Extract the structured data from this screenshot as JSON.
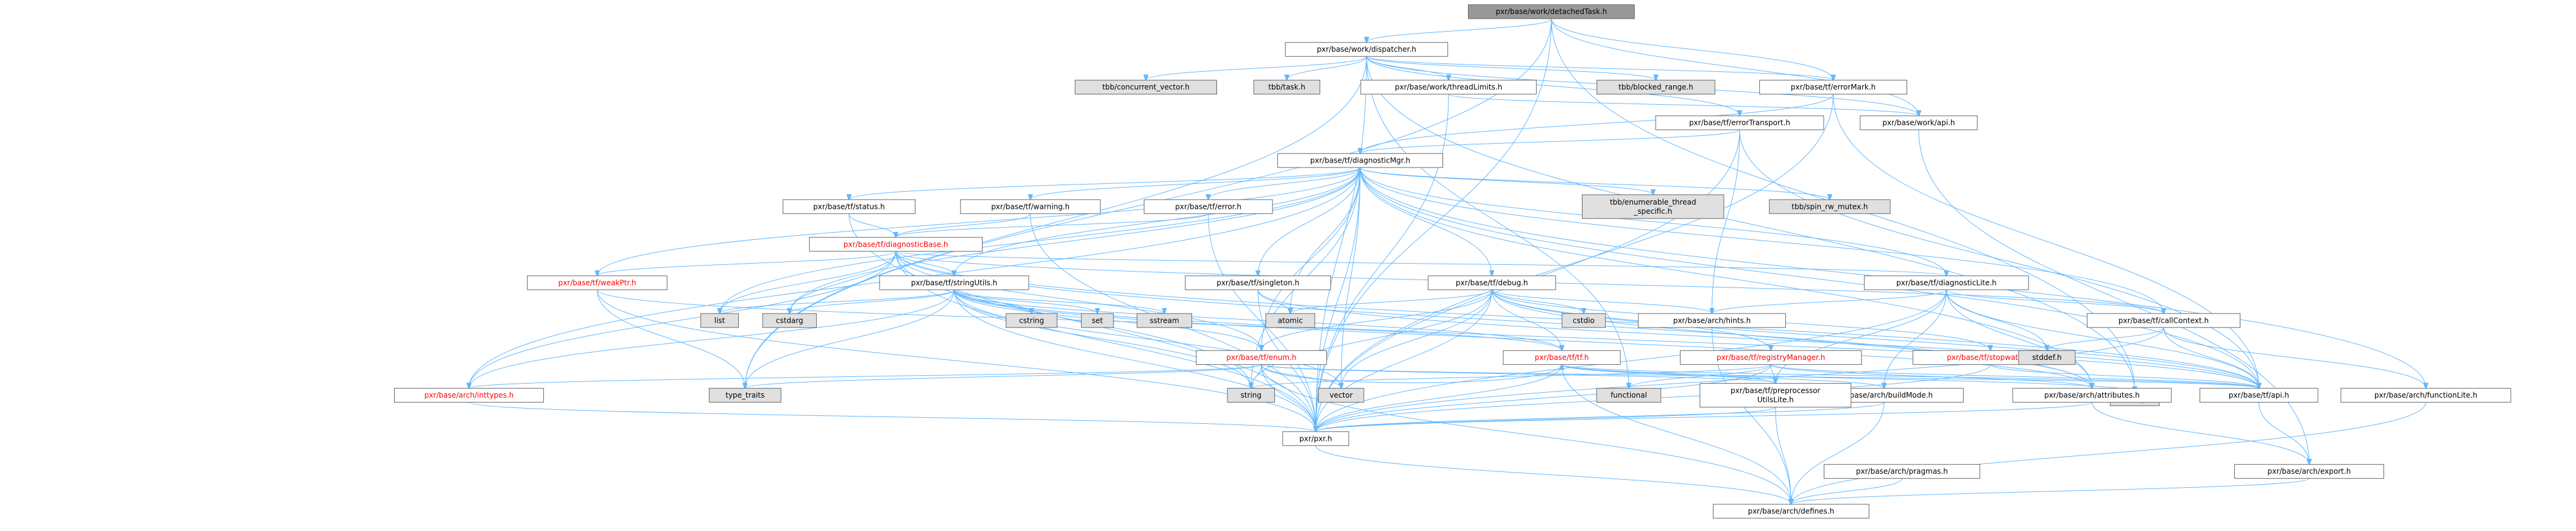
{
  "colors": {
    "root_fill": "#999999",
    "node_fill": "#ffffff",
    "system_fill": "#e0e0e0",
    "edge": "#63b8ff",
    "text": "#000000",
    "truncated_text": "#ff0000",
    "border": "#666666"
  },
  "nodes": [
    {
      "id": "root",
      "label": "pxr/base/work/detachedTask.h",
      "kind": "root"
    },
    {
      "id": "dispatcher",
      "label": "pxr/base/work/dispatcher.h",
      "kind": "file"
    },
    {
      "id": "tbb_cv",
      "label": "tbb/concurrent_vector.h",
      "kind": "system"
    },
    {
      "id": "tbb_task",
      "label": "tbb/task.h",
      "kind": "system"
    },
    {
      "id": "threadlimits",
      "label": "pxr/base/work/threadLimits.h",
      "kind": "file"
    },
    {
      "id": "tbb_br",
      "label": "tbb/blocked_range.h",
      "kind": "system"
    },
    {
      "id": "errormark",
      "label": "pxr/base/tf/errorMark.h",
      "kind": "file"
    },
    {
      "id": "errortransport",
      "label": "pxr/base/tf/errorTransport.h",
      "kind": "file"
    },
    {
      "id": "workapi",
      "label": "pxr/base/work/api.h",
      "kind": "file"
    },
    {
      "id": "diagmgr",
      "label": "pxr/base/tf/diagnosticMgr.h",
      "kind": "file"
    },
    {
      "id": "status",
      "label": "pxr/base/tf/status.h",
      "kind": "file"
    },
    {
      "id": "warning",
      "label": "pxr/base/tf/warning.h",
      "kind": "file"
    },
    {
      "id": "tferror",
      "label": "pxr/base/tf/error.h",
      "kind": "file"
    },
    {
      "id": "tbb_ets",
      "label": "tbb/enumerable_thread\n_specific.h",
      "kind": "system"
    },
    {
      "id": "tbb_spin",
      "label": "tbb/spin_rw_mutex.h",
      "kind": "system"
    },
    {
      "id": "diagbase",
      "label": "pxr/base/tf/diagnosticBase.h",
      "kind": "truncated"
    },
    {
      "id": "weakptr",
      "label": "pxr/base/tf/weakPtr.h",
      "kind": "truncated"
    },
    {
      "id": "stringutils",
      "label": "pxr/base/tf/stringUtils.h",
      "kind": "file"
    },
    {
      "id": "singleton",
      "label": "pxr/base/tf/singleton.h",
      "kind": "file"
    },
    {
      "id": "debug",
      "label": "pxr/base/tf/debug.h",
      "kind": "file"
    },
    {
      "id": "diaglite",
      "label": "pxr/base/tf/diagnosticLite.h",
      "kind": "file"
    },
    {
      "id": "callcontext",
      "label": "pxr/base/tf/callContext.h",
      "kind": "file"
    },
    {
      "id": "list",
      "label": "list",
      "kind": "system"
    },
    {
      "id": "cstdarg",
      "label": "cstdarg",
      "kind": "system"
    },
    {
      "id": "cstring",
      "label": "cstring",
      "kind": "system"
    },
    {
      "id": "set",
      "label": "set",
      "kind": "system"
    },
    {
      "id": "sstream",
      "label": "sstream",
      "kind": "system"
    },
    {
      "id": "atomic",
      "label": "atomic",
      "kind": "system"
    },
    {
      "id": "enum",
      "label": "pxr/base/tf/enum.h",
      "kind": "truncated"
    },
    {
      "id": "tf",
      "label": "pxr/base/tf/tf.h",
      "kind": "truncated"
    },
    {
      "id": "registrymgr",
      "label": "pxr/base/tf/registryManager.h",
      "kind": "truncated"
    },
    {
      "id": "stopwatch",
      "label": "pxr/base/tf/stopwatch.h",
      "kind": "truncated"
    },
    {
      "id": "cstdio",
      "label": "cstdio",
      "kind": "system"
    },
    {
      "id": "hints",
      "label": "pxr/base/arch/hints.h",
      "kind": "file"
    },
    {
      "id": "stddef",
      "label": "stddef.h",
      "kind": "system"
    },
    {
      "id": "utility",
      "label": "utility",
      "kind": "system"
    },
    {
      "id": "inttypes",
      "label": "pxr/base/arch/inttypes.h",
      "kind": "truncated"
    },
    {
      "id": "type_traits",
      "label": "type_traits",
      "kind": "system"
    },
    {
      "id": "string",
      "label": "string",
      "kind": "system"
    },
    {
      "id": "vector",
      "label": "vector",
      "kind": "system"
    },
    {
      "id": "functional",
      "label": "functional",
      "kind": "system"
    },
    {
      "id": "buildmode",
      "label": "pxr/base/arch/buildMode.h",
      "kind": "file"
    },
    {
      "id": "preproc",
      "label": "pxr/base/tf/preprocessor\nUtilsLite.h",
      "kind": "file"
    },
    {
      "id": "attributes",
      "label": "pxr/base/arch/attributes.h",
      "kind": "file"
    },
    {
      "id": "tfapi",
      "label": "pxr/base/tf/api.h",
      "kind": "file"
    },
    {
      "id": "functionlite",
      "label": "pxr/base/arch/functionLite.h",
      "kind": "file"
    },
    {
      "id": "pxr",
      "label": "pxr/pxr.h",
      "kind": "file"
    },
    {
      "id": "pragmas",
      "label": "pxr/base/arch/pragmas.h",
      "kind": "file"
    },
    {
      "id": "archexport",
      "label": "pxr/base/arch/export.h",
      "kind": "file"
    },
    {
      "id": "defines",
      "label": "pxr/base/arch/defines.h",
      "kind": "file"
    }
  ],
  "edges": [
    [
      "root",
      "dispatcher"
    ],
    [
      "root",
      "errormark"
    ],
    [
      "root",
      "workapi"
    ],
    [
      "root",
      "pxr"
    ],
    [
      "root",
      "utility"
    ],
    [
      "root",
      "type_traits"
    ],
    [
      "dispatcher",
      "tbb_cv"
    ],
    [
      "dispatcher",
      "tbb_task"
    ],
    [
      "dispatcher",
      "threadlimits"
    ],
    [
      "dispatcher",
      "tbb_br"
    ],
    [
      "dispatcher",
      "errormark"
    ],
    [
      "dispatcher",
      "errortransport"
    ],
    [
      "dispatcher",
      "workapi"
    ],
    [
      "dispatcher",
      "pxr"
    ],
    [
      "dispatcher",
      "utility"
    ],
    [
      "dispatcher",
      "functional"
    ],
    [
      "dispatcher",
      "type_traits"
    ],
    [
      "threadlimits",
      "workapi"
    ],
    [
      "threadlimits",
      "pxr"
    ],
    [
      "errormark",
      "diagmgr"
    ],
    [
      "errormark",
      "tfapi"
    ],
    [
      "errormark",
      "pxr"
    ],
    [
      "errortransport",
      "diagmgr"
    ],
    [
      "errortransport",
      "tfapi"
    ],
    [
      "errortransport",
      "hints"
    ],
    [
      "errortransport",
      "pxr"
    ],
    [
      "workapi",
      "archexport"
    ],
    [
      "diagmgr",
      "status"
    ],
    [
      "diagmgr",
      "warning"
    ],
    [
      "diagmgr",
      "tferror"
    ],
    [
      "diagmgr",
      "tbb_ets"
    ],
    [
      "diagmgr",
      "tbb_spin"
    ],
    [
      "diagmgr",
      "weakptr"
    ],
    [
      "diagmgr",
      "stringutils"
    ],
    [
      "diagmgr",
      "singleton"
    ],
    [
      "diagmgr",
      "debug"
    ],
    [
      "diagmgr",
      "diaglite"
    ],
    [
      "diagmgr",
      "callcontext"
    ],
    [
      "diagmgr",
      "enum"
    ],
    [
      "diagmgr",
      "inttypes"
    ],
    [
      "diagmgr",
      "attributes"
    ],
    [
      "diagmgr",
      "functionlite"
    ],
    [
      "diagmgr",
      "tfapi"
    ],
    [
      "diagmgr",
      "pxr"
    ],
    [
      "diagmgr",
      "list"
    ],
    [
      "diagmgr",
      "cstdarg"
    ],
    [
      "diagmgr",
      "atomic"
    ],
    [
      "diagmgr",
      "string"
    ],
    [
      "diagmgr",
      "vector"
    ],
    [
      "status",
      "diagbase"
    ],
    [
      "status",
      "pxr"
    ],
    [
      "warning",
      "diagbase"
    ],
    [
      "warning",
      "pxr"
    ],
    [
      "tferror",
      "diagbase"
    ],
    [
      "tferror",
      "pxr"
    ],
    [
      "diagbase",
      "weakptr"
    ],
    [
      "diagbase",
      "stringutils"
    ],
    [
      "diagbase",
      "diaglite"
    ],
    [
      "diagbase",
      "callcontext"
    ],
    [
      "diagbase",
      "enum"
    ],
    [
      "diagbase",
      "inttypes"
    ],
    [
      "diagbase",
      "attributes"
    ],
    [
      "diagbase",
      "tfapi"
    ],
    [
      "diagbase",
      "pxr"
    ],
    [
      "diagbase",
      "cstdarg"
    ],
    [
      "diagbase",
      "string"
    ],
    [
      "diagbase",
      "list"
    ],
    [
      "weakptr",
      "tf"
    ],
    [
      "weakptr",
      "type_traits"
    ],
    [
      "weakptr",
      "pxr"
    ],
    [
      "stringutils",
      "enum"
    ],
    [
      "stringutils",
      "tf"
    ],
    [
      "stringutils",
      "tfapi"
    ],
    [
      "stringutils",
      "attributes"
    ],
    [
      "stringutils",
      "inttypes"
    ],
    [
      "stringutils",
      "pxr"
    ],
    [
      "stringutils",
      "list"
    ],
    [
      "stringutils",
      "cstdarg"
    ],
    [
      "stringutils",
      "cstring"
    ],
    [
      "stringutils",
      "set"
    ],
    [
      "stringutils",
      "sstream"
    ],
    [
      "stringutils",
      "string"
    ],
    [
      "stringutils",
      "vector"
    ],
    [
      "stringutils",
      "type_traits"
    ],
    [
      "singleton",
      "tfapi"
    ],
    [
      "singleton",
      "pxr"
    ],
    [
      "singleton",
      "atomic"
    ],
    [
      "debug",
      "registrymgr"
    ],
    [
      "debug",
      "stopwatch"
    ],
    [
      "debug",
      "enum"
    ],
    [
      "debug",
      "tf"
    ],
    [
      "debug",
      "tfapi"
    ],
    [
      "debug",
      "attributes"
    ],
    [
      "debug",
      "hints"
    ],
    [
      "debug",
      "pxr"
    ],
    [
      "debug",
      "atomic"
    ],
    [
      "debug",
      "cstdio"
    ],
    [
      "debug",
      "string"
    ],
    [
      "debug",
      "vector"
    ],
    [
      "diaglite",
      "callcontext"
    ],
    [
      "diaglite",
      "hints"
    ],
    [
      "diaglite",
      "tfapi"
    ],
    [
      "diaglite",
      "attributes"
    ],
    [
      "diaglite",
      "buildmode"
    ],
    [
      "diaglite",
      "preproc"
    ],
    [
      "diaglite",
      "pxr"
    ],
    [
      "diaglite",
      "stddef"
    ],
    [
      "callcontext",
      "functionlite"
    ],
    [
      "callcontext",
      "tfapi"
    ],
    [
      "callcontext",
      "pxr"
    ],
    [
      "callcontext",
      "stddef"
    ],
    [
      "enum",
      "tf"
    ],
    [
      "enum",
      "preproc"
    ],
    [
      "enum",
      "tfapi"
    ],
    [
      "enum",
      "pxr"
    ],
    [
      "enum",
      "defines"
    ],
    [
      "enum",
      "string"
    ],
    [
      "enum",
      "vector"
    ],
    [
      "enum",
      "type_traits"
    ],
    [
      "enum",
      "inttypes"
    ],
    [
      "tf",
      "pxr"
    ],
    [
      "tf",
      "defines"
    ],
    [
      "tf",
      "buildmode"
    ],
    [
      "tf",
      "preproc"
    ],
    [
      "tf",
      "tfapi"
    ],
    [
      "tf",
      "utility"
    ],
    [
      "registrymgr",
      "tfapi"
    ],
    [
      "registrymgr",
      "preproc"
    ],
    [
      "registrymgr",
      "attributes"
    ],
    [
      "registrymgr",
      "pxr"
    ],
    [
      "registrymgr",
      "functional"
    ],
    [
      "registrymgr",
      "string"
    ],
    [
      "stopwatch",
      "tfapi"
    ],
    [
      "stopwatch",
      "pxr"
    ],
    [
      "hints",
      "defines"
    ],
    [
      "inttypes",
      "pxr"
    ],
    [
      "buildmode",
      "pxr"
    ],
    [
      "buildmode",
      "defines"
    ],
    [
      "preproc",
      "pxr"
    ],
    [
      "preproc",
      "defines"
    ],
    [
      "attributes",
      "pxr"
    ],
    [
      "attributes",
      "archexport"
    ],
    [
      "tfapi",
      "archexport"
    ],
    [
      "functionlite",
      "defines"
    ],
    [
      "pxr",
      "defines"
    ],
    [
      "pragmas",
      "defines"
    ],
    [
      "archexport",
      "defines"
    ]
  ]
}
